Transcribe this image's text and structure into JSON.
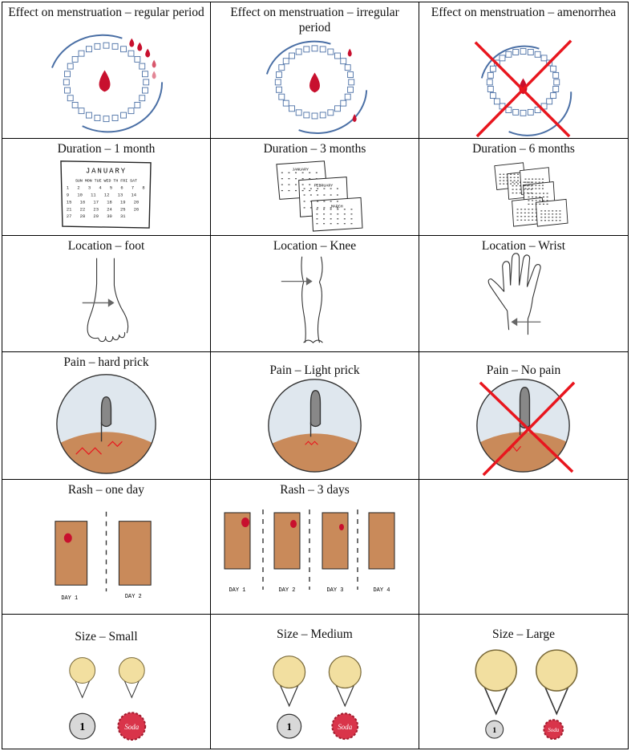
{
  "rows": [
    {
      "cells": [
        {
          "caption": "Effect on menstruation – regular period"
        },
        {
          "caption": "Effect on menstruation – irregular period"
        },
        {
          "caption": "Effect on menstruation – amenorrhea"
        }
      ]
    },
    {
      "cells": [
        {
          "caption": "Duration – 1 month",
          "calendar_title": "JANUARY",
          "weekday_header": "SUN MON TUE WED TH FRI SAT",
          "dates": "1 2 3 4 5 6 7 8 9 10 11 12 13 14 15 16 17 18 19 20 21 22 23 24 25 26 27 28 29 30 31"
        },
        {
          "caption": "Duration – 3 months",
          "calendar_titles": [
            "JANUARY",
            "FEBRUARY",
            "MARCH"
          ]
        },
        {
          "caption": "Duration – 6 months"
        }
      ]
    },
    {
      "cells": [
        {
          "caption": "Location – foot"
        },
        {
          "caption": "Location – Knee"
        },
        {
          "caption": "Location – Wrist"
        }
      ]
    },
    {
      "cells": [
        {
          "caption": "Pain – hard prick"
        },
        {
          "caption": "Pain – Light prick"
        },
        {
          "caption": "Pain – No pain"
        }
      ]
    },
    {
      "cells": [
        {
          "caption": "Rash – one day",
          "day_labels": [
            "DAY 1",
            "DAY 2"
          ]
        },
        {
          "caption": "Rash – 3 days",
          "day_labels": [
            "DAY 1",
            "DAY 2",
            "DAY 3",
            "DAY 4"
          ]
        },
        {
          "caption": ""
        }
      ]
    },
    {
      "cells": [
        {
          "caption": "Size – Small",
          "coin_text": "1",
          "cap_text": "Soda"
        },
        {
          "caption": "Size – Medium",
          "coin_text": "1",
          "cap_text": "Soda"
        },
        {
          "caption": "Size – Large",
          "coin_text": "1",
          "cap_text": "Soda"
        }
      ]
    }
  ],
  "colors": {
    "blood": "#c8102e",
    "calendar_ring": "#4a6fa5",
    "cross": "#e8161e",
    "skin": "#c98a5a",
    "sky": "#dfe7ee",
    "ball": "#f2dfa0",
    "cap": "#d9344a"
  }
}
